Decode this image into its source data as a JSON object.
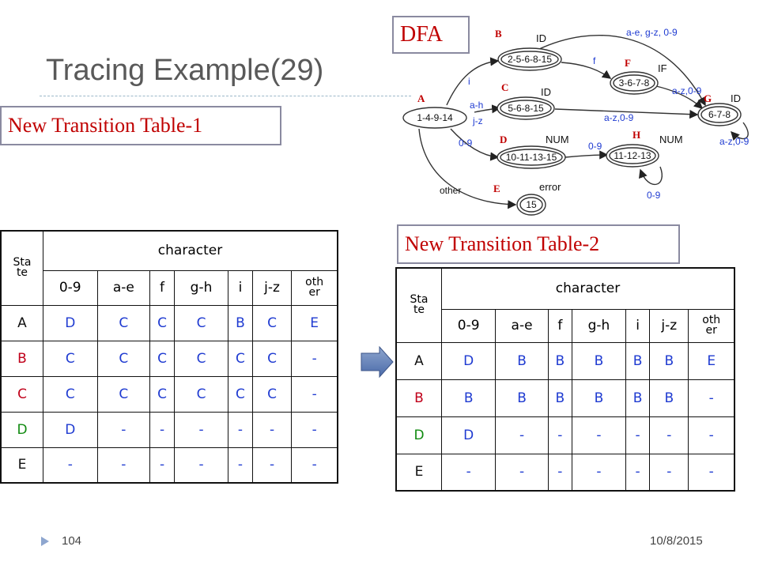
{
  "slide": {
    "title": "Tracing Example(29)",
    "page_number": "104",
    "date": "10/8/2015"
  },
  "labels": {
    "dfa": "DFA",
    "table1": "New Transition Table-1",
    "table2": "New Transition Table-2"
  },
  "diagram": {
    "states": [
      {
        "letter": "A",
        "name": "1-4-9-14",
        "tag": ""
      },
      {
        "letter": "B",
        "name": "2-5-6-8-15",
        "tag": "ID"
      },
      {
        "letter": "C",
        "name": "5-6-8-15",
        "tag": "ID"
      },
      {
        "letter": "F",
        "name": "3-6-7-8",
        "tag": "IF"
      },
      {
        "letter": "G",
        "name": "6-7-8",
        "tag": "ID"
      },
      {
        "letter": "D",
        "name": "10-11-13-15",
        "tag": "NUM"
      },
      {
        "letter": "H",
        "name": "11-12-13",
        "tag": "NUM"
      },
      {
        "letter": "E",
        "name": "15",
        "tag": "error"
      }
    ],
    "edge_labels": {
      "a_b": "i",
      "a_c1": "a-h",
      "a_c2": "j-z",
      "a_d": "0-9",
      "a_e": "other",
      "b_f": "f",
      "b_g": "a-e, g-z, 0-9",
      "f_g": "a-z,0-9",
      "c_g": "a-z,0-9",
      "g_g": "a-z,0-9",
      "d_h": "0-9",
      "h_h": "0-9"
    }
  },
  "table1": {
    "state_header": [
      "Sta",
      "te"
    ],
    "character_header": "character",
    "columns": [
      "0-9",
      "a-e",
      "f",
      "g-h",
      "i",
      "j-z"
    ],
    "other_header": [
      "oth",
      "er"
    ],
    "rows": [
      {
        "state": "A",
        "cells": [
          "D",
          "C",
          "C",
          "C",
          "B",
          "C",
          "E"
        ]
      },
      {
        "state": "B",
        "cells": [
          "C",
          "C",
          "C",
          "C",
          "C",
          "C",
          "-"
        ]
      },
      {
        "state": "C",
        "cells": [
          "C",
          "C",
          "C",
          "C",
          "C",
          "C",
          "-"
        ]
      },
      {
        "state": "D",
        "cells": [
          "D",
          "-",
          "-",
          "-",
          "-",
          "-",
          "-"
        ]
      },
      {
        "state": "E",
        "cells": [
          "-",
          "-",
          "-",
          "-",
          "-",
          "-",
          "-"
        ]
      }
    ]
  },
  "table2": {
    "state_header": [
      "Sta",
      "te"
    ],
    "character_header": "character",
    "columns": [
      "0-9",
      "a-e",
      "f",
      "g-h",
      "i",
      "j-z"
    ],
    "other_header": [
      "oth",
      "er"
    ],
    "rows": [
      {
        "state": "A",
        "cells": [
          "D",
          "B",
          "B",
          "B",
          "B",
          "B",
          "E"
        ]
      },
      {
        "state": "B",
        "cells": [
          "B",
          "B",
          "B",
          "B",
          "B",
          "B",
          "-"
        ]
      },
      {
        "state": "D",
        "cells": [
          "D",
          "-",
          "-",
          "-",
          "-",
          "-",
          "-"
        ]
      },
      {
        "state": "E",
        "cells": [
          "-",
          "-",
          "-",
          "-",
          "-",
          "-",
          "-"
        ]
      }
    ]
  },
  "colors": {
    "state_letter": "#c00000",
    "cell_text": "#1f3bd1",
    "edge_label": "#1f3bd1",
    "green_state": "#108a10",
    "red_state": "#c0001a"
  }
}
